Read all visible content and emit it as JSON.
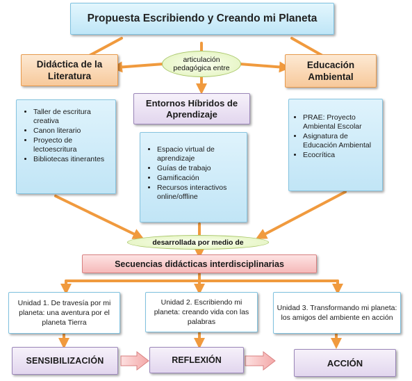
{
  "title": "Propuesta Escribiendo y Creando mi Planeta",
  "left": {
    "title": "Didáctica de la Literatura",
    "items": [
      "Taller de escritura creativa",
      "Canon literario",
      "Proyecto de lectoescritura",
      "Bibliotecas itinerantes"
    ]
  },
  "center": {
    "connector": "articulación pedagógica entre",
    "title": "Entornos Híbridos de Aprendizaje",
    "items": [
      "Espacio virtual de aprendizaje",
      "Guías de trabajo",
      "Gamificación",
      "Recursos interactivos online/offline"
    ]
  },
  "right": {
    "title": "Educación Ambiental",
    "items": [
      "PRAE: Proyecto Ambiental Escolar",
      "Asignatura de Educación Ambiental",
      "Ecocrítica"
    ]
  },
  "middle_connector": "desarrollada por medio de",
  "sequences": "Secuencias didácticas interdisciplinarias",
  "units": [
    "Unidad 1. De travesía por mi planeta: una aventura por el planeta Tierra",
    "Unidad 2. Escribiendo mi planeta: creando vida con las palabras",
    "Unidad 3. Transformando mi planeta: los amigos del ambiente en acción"
  ],
  "stages": [
    "SENSIBILIZACIÓN",
    "REFLEXIÓN",
    "ACCIÓN"
  ]
}
